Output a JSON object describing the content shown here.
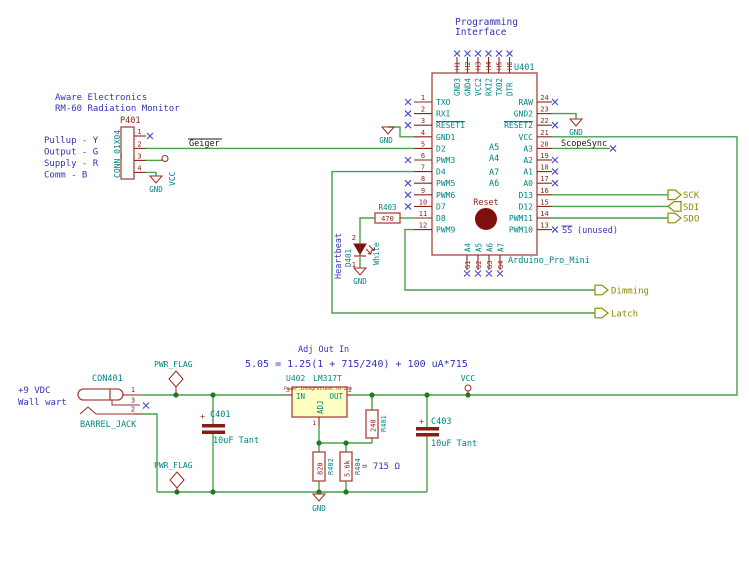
{
  "notes": {
    "prog1": "Programming",
    "prog2": "Interface",
    "aware1": "Aware Electronics",
    "aware2": "RM-60 Radiation Monitor",
    "legend": [
      "Pullup - Y",
      "Output - G",
      "Supply - R",
      "Comm - B"
    ],
    "supply1": "+9 VDC",
    "supply2": "Wall wart",
    "formula_title": "Adj Out In",
    "formula": "5.05 = 1.25(1 + 715/240) + 100 uA*715",
    "r_equiv": "= 715 Ω",
    "ss_name": "SS",
    "ss_note": "(unused)",
    "heartbeat": "Heartbeat"
  },
  "labels": {
    "geiger": "Geiger",
    "scopesync": "ScopeSync",
    "sck": "SCK",
    "sdi": "SDI",
    "sdo": "SDO",
    "dimming": "Dimming",
    "latch": "Latch"
  },
  "power": {
    "vcc": "VCC",
    "gnd": "GND",
    "pwr_flag": "PWR_FLAG"
  },
  "arduino": {
    "ref": "U401",
    "value": "Arduino_Pro_Mini",
    "reset": "Reset",
    "left_pins": [
      {
        "num": "1",
        "name": "TXO"
      },
      {
        "num": "2",
        "name": "RXI"
      },
      {
        "num": "3",
        "name": "RESET1"
      },
      {
        "num": "4",
        "name": "GND1"
      },
      {
        "num": "5",
        "name": "D2"
      },
      {
        "num": "6",
        "name": "PWM3"
      },
      {
        "num": "7",
        "name": "D4"
      },
      {
        "num": "8",
        "name": "PWM5"
      },
      {
        "num": "9",
        "name": "PWM6"
      },
      {
        "num": "10",
        "name": "D7"
      },
      {
        "num": "11",
        "name": "D8"
      },
      {
        "num": "12",
        "name": "PWM9"
      }
    ],
    "right_pins": [
      {
        "num": "24",
        "name": "RAW"
      },
      {
        "num": "23",
        "name": "GND2"
      },
      {
        "num": "22",
        "name": "RESET2"
      },
      {
        "num": "21",
        "name": "VCC"
      },
      {
        "num": "20",
        "name": "A3"
      },
      {
        "num": "19",
        "name": "A2"
      },
      {
        "num": "18",
        "name": "A1"
      },
      {
        "num": "17",
        "name": "A0"
      },
      {
        "num": "16",
        "name": "D13"
      },
      {
        "num": "15",
        "name": "D12"
      },
      {
        "num": "14",
        "name": "PWM11"
      },
      {
        "num": "13",
        "name": "PWM10"
      }
    ],
    "top_pins": [
      {
        "num": "H1",
        "name": "GND3"
      },
      {
        "num": "H2",
        "name": "GND4"
      },
      {
        "num": "H3",
        "name": "VCC2"
      },
      {
        "num": "H4",
        "name": "RXI2"
      },
      {
        "num": "H5",
        "name": "TXO2"
      },
      {
        "num": "H6",
        "name": "DTR"
      }
    ],
    "bottom_pins": [
      {
        "num": "G1",
        "name": "A4"
      },
      {
        "num": "G2",
        "name": "A5"
      },
      {
        "num": "G3",
        "name": "A6"
      },
      {
        "num": "G4",
        "name": "A7"
      }
    ],
    "alt_names": [
      "A5",
      "A4",
      "A7",
      "A6"
    ]
  },
  "p401": {
    "ref": "P401",
    "value": "CONN_01X04",
    "pins": [
      "1",
      "2",
      "3",
      "4"
    ]
  },
  "con401": {
    "ref": "CON401",
    "value": "BARREL_JACK",
    "pin1": "1",
    "pin2": "2",
    "pin3": "3"
  },
  "regulator": {
    "ref": "U402",
    "value": "LM317T",
    "footprint": "Power_Integrations:TO-220",
    "pin_in": "IN",
    "pin_out": "OUT",
    "pin_adj": "ADJ",
    "num_in": "3",
    "num_out": "2",
    "num_adj": "1"
  },
  "r401": {
    "ref": "R401",
    "value": "240"
  },
  "r402": {
    "ref": "R402",
    "value": "820"
  },
  "r403": {
    "ref": "R403",
    "value": "470"
  },
  "r404": {
    "ref": "R404",
    "value": "5.6k"
  },
  "c401": {
    "ref": "C401",
    "value": "10uF Tant",
    "plus": "+"
  },
  "c403": {
    "ref": "C403",
    "value": "10uF Tant",
    "plus": "+"
  },
  "d401": {
    "ref": "D401",
    "value": "White",
    "pin_a": "2",
    "pin_k": "1"
  }
}
